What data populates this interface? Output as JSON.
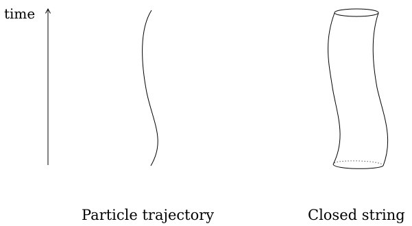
{
  "axis": {
    "label": "time"
  },
  "captions": {
    "particle": "Particle trajectory",
    "string": "Closed string"
  }
}
